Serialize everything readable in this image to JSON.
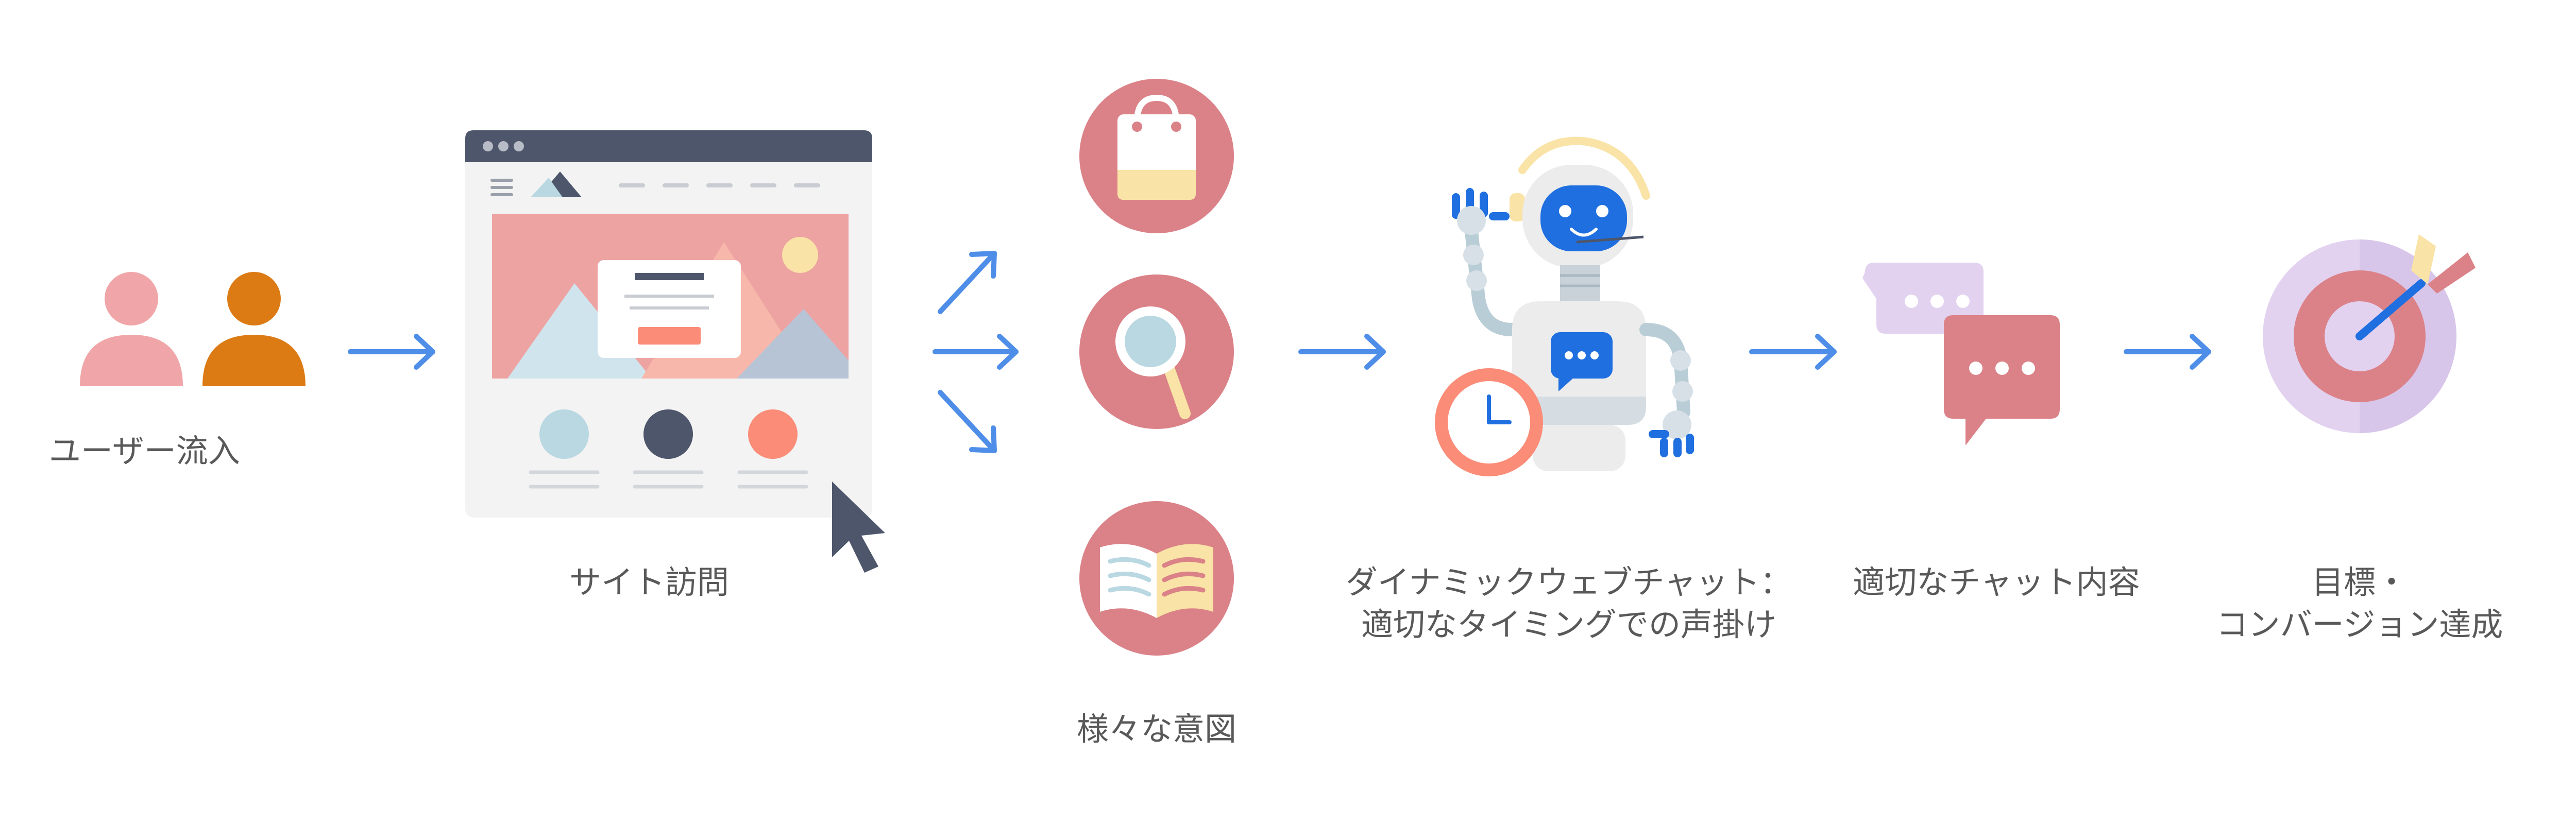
{
  "colors": {
    "arrow": "#4f8ee8",
    "pink": "#f0a6a8",
    "orange": "#dc7a14",
    "rose": "#db8288",
    "navy": "#4e566b",
    "light_blue": "#b9d8e2",
    "coral": "#fa8c78",
    "cream": "#f9e3a6",
    "lavender": "#e2d2f0",
    "robot_blue": "#1f6fe0",
    "text": "#595959"
  },
  "steps": [
    {
      "id": "users",
      "icon": "users-icon",
      "lines": [
        "ユーザー流入"
      ]
    },
    {
      "id": "visit",
      "icon": "browser-window-icon",
      "lines": [
        "サイト訪問"
      ]
    },
    {
      "id": "intent",
      "icon": "intent-icons",
      "lines": [
        "様々な意図"
      ]
    },
    {
      "id": "chat",
      "icon": "robot-icon",
      "lines": [
        "ダイナミックウェブチャット：",
        "適切なタイミングでの声掛け"
      ]
    },
    {
      "id": "content",
      "icon": "chat-bubbles-icon",
      "lines": [
        "適切なチャット内容"
      ]
    },
    {
      "id": "goal",
      "icon": "target-icon",
      "lines": [
        "目標・",
        "コンバージョン達成"
      ]
    }
  ]
}
